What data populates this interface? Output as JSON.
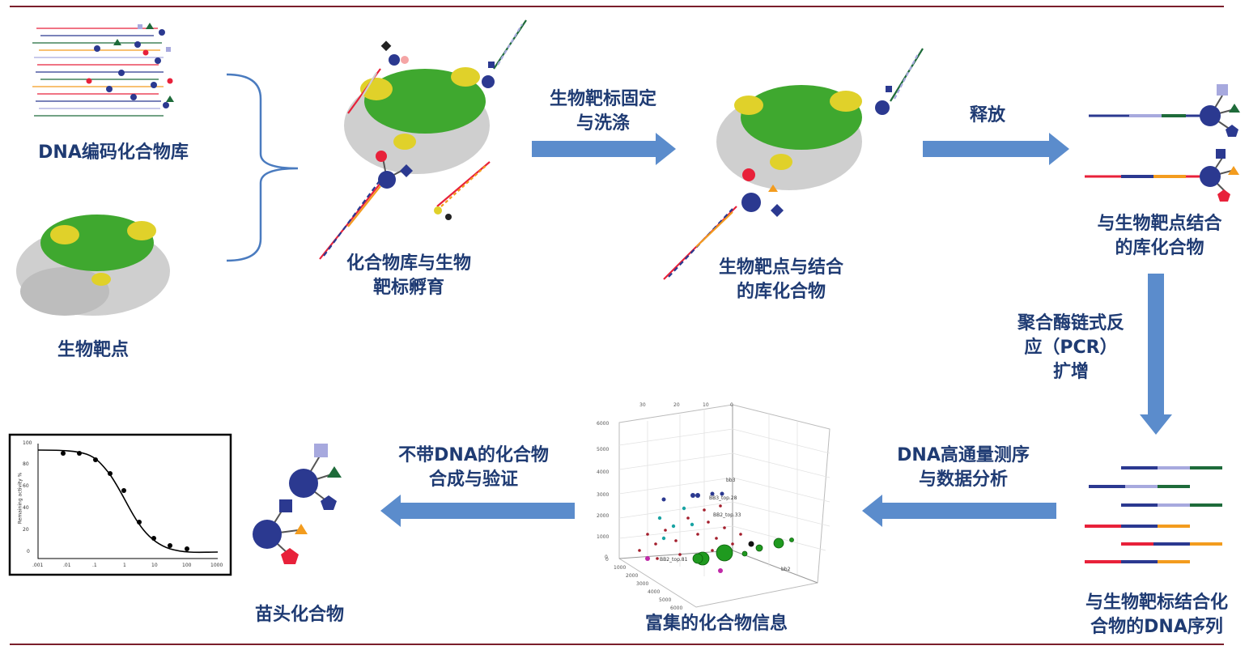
{
  "labels": {
    "library": "DNA编码化合物库",
    "target": "生物靶点",
    "incubation": [
      "化合物库与生物",
      "靶标孵育"
    ],
    "bound_on_target": [
      "生物靶点与结合",
      "的库化合物"
    ],
    "released_bound": [
      "与生物靶点结合",
      "的库化合物"
    ],
    "bound_dna": [
      "与生物靶标结合化",
      "合物的DNA序列"
    ],
    "enriched_info": "富集的化合物信息",
    "hit": "苗头化合物"
  },
  "steps": {
    "immobilize_wash": [
      "生物靶标固定",
      "与洗涤"
    ],
    "release": "释放",
    "pcr": [
      "聚合酶链式反",
      "应（PCR）",
      "扩增"
    ],
    "sequencing": [
      "DNA高通量测序",
      "与数据分析"
    ],
    "synthesis": [
      "不带DNA的化合物",
      "合成与验证"
    ]
  },
  "dose_response": {
    "ylabel": "Remaining activity %",
    "yticks": [
      "0",
      "20",
      "40",
      "60",
      "80",
      "100"
    ],
    "xticks": [
      ".001",
      ".01",
      ".1",
      "1",
      "10",
      "100",
      "1000"
    ]
  },
  "scatter3d": {
    "zticks": [
      "0",
      "1000",
      "2000",
      "3000",
      "4000",
      "5000",
      "6000"
    ],
    "top_ticks": [
      "30",
      "20",
      "10",
      "0"
    ],
    "left_ticks": [
      "0",
      "1000",
      "2000",
      "3000",
      "4000",
      "5000",
      "6000"
    ],
    "point_labels": [
      "bb3",
      "BB3_top.28",
      "BB2_top.33",
      "BB2_top.81",
      "bb2"
    ]
  },
  "colors": {
    "text": "#1f3b73",
    "arrow": "#5b8ccc",
    "rule": "#7a1f2b",
    "protein_green": "#3fa82f",
    "protein_yellow": "#e0d12a",
    "protein_gray": "#cfcfcf",
    "node_blue": "#2b3990",
    "node_light": "#a7a9de",
    "node_green": "#1e6b3a",
    "node_orange": "#f39c1e",
    "node_red": "#e8213a"
  }
}
